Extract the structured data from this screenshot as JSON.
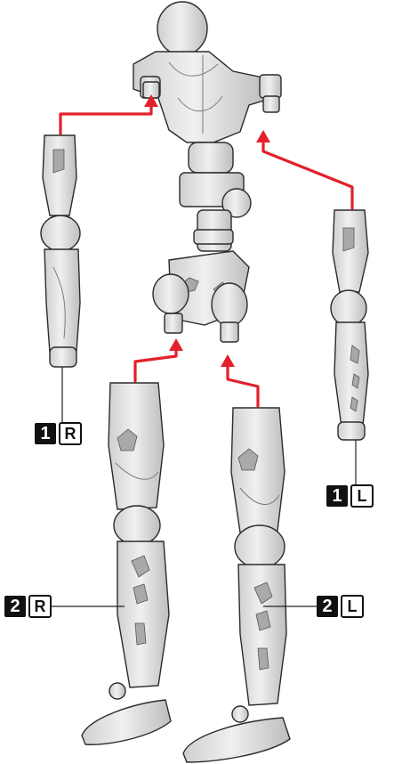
{
  "labels": [
    {
      "id": "arm_right",
      "number": "1",
      "side": "R"
    },
    {
      "id": "arm_left",
      "number": "1",
      "side": "L"
    },
    {
      "id": "leg_right",
      "number": "2",
      "side": "R"
    },
    {
      "id": "leg_left",
      "number": "2",
      "side": "L"
    }
  ],
  "colors": {
    "arrow": "#e3202b",
    "label_bg": "#111111",
    "part_fill": "#dcdcdc"
  }
}
